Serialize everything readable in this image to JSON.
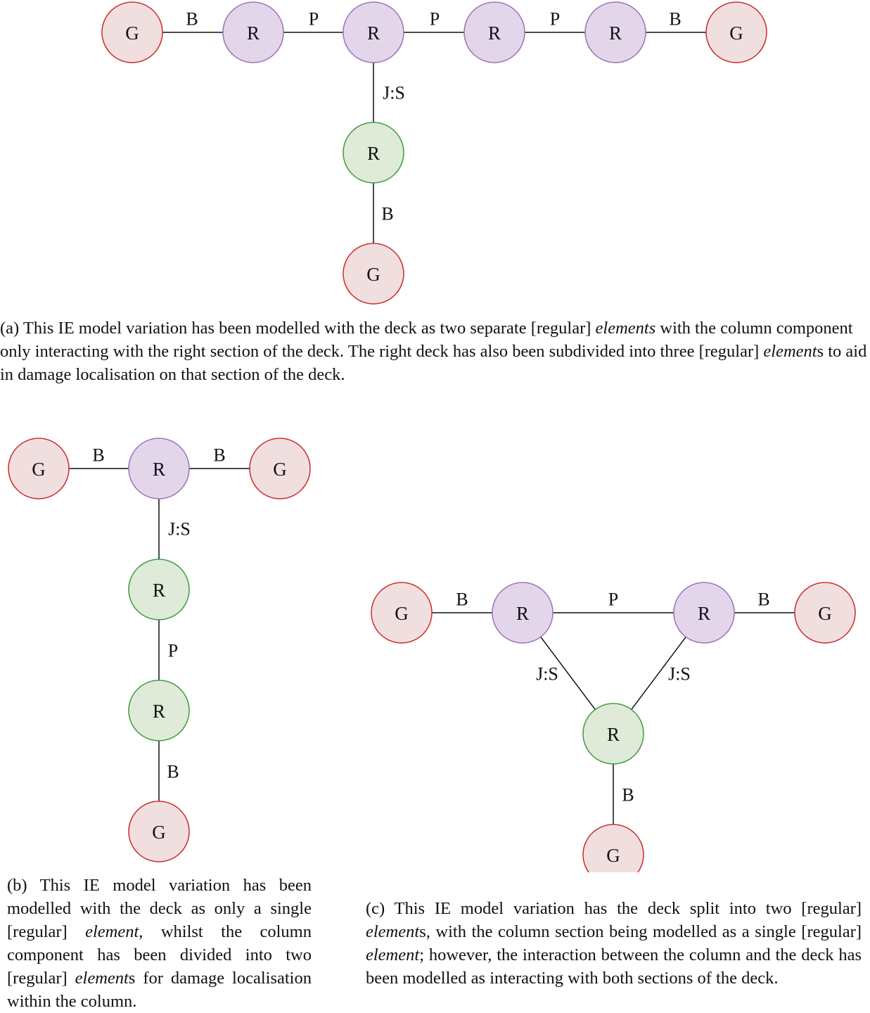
{
  "colors": {
    "ground_fill": "#f1dfe0",
    "ground_stroke": "#cc2a2a",
    "deck_fill": "#e3d6ea",
    "deck_stroke": "#9b72b6",
    "column_fill": "#dfead8",
    "column_stroke": "#3f9b3f",
    "edge": "#111111"
  },
  "panels": [
    {
      "id": "a",
      "nodes": [
        {
          "id": "a_g1",
          "label": "G",
          "type": "ground"
        },
        {
          "id": "a_r1",
          "label": "R",
          "type": "deck"
        },
        {
          "id": "a_r2",
          "label": "R",
          "type": "deck"
        },
        {
          "id": "a_r3",
          "label": "R",
          "type": "deck"
        },
        {
          "id": "a_r4",
          "label": "R",
          "type": "deck"
        },
        {
          "id": "a_g2",
          "label": "G",
          "type": "ground"
        },
        {
          "id": "a_c1",
          "label": "R",
          "type": "column"
        },
        {
          "id": "a_g3",
          "label": "G",
          "type": "ground"
        }
      ],
      "edges": [
        {
          "from": "a_g1",
          "to": "a_r1",
          "label": "B"
        },
        {
          "from": "a_r1",
          "to": "a_r2",
          "label": "P"
        },
        {
          "from": "a_r2",
          "to": "a_r3",
          "label": "P"
        },
        {
          "from": "a_r3",
          "to": "a_r4",
          "label": "P"
        },
        {
          "from": "a_r4",
          "to": "a_g2",
          "label": "B"
        },
        {
          "from": "a_r2",
          "to": "a_c1",
          "label": "J:S"
        },
        {
          "from": "a_c1",
          "to": "a_g3",
          "label": "B"
        }
      ],
      "caption": [
        {
          "t": "(a) This IE model variation has been modelled with the deck as two separate [regular] "
        },
        {
          "t": "elements",
          "em": true
        },
        {
          "t": " with the column component only interacting with the right section of the deck. The right deck has also been subdivided into three [regular] "
        },
        {
          "t": "element",
          "em": true
        },
        {
          "t": "s to aid in damage localisation on that section of the deck."
        }
      ]
    },
    {
      "id": "b",
      "nodes": [
        {
          "id": "b_g1",
          "label": "G",
          "type": "ground"
        },
        {
          "id": "b_r1",
          "label": "R",
          "type": "deck"
        },
        {
          "id": "b_g2",
          "label": "G",
          "type": "ground"
        },
        {
          "id": "b_c1",
          "label": "R",
          "type": "column"
        },
        {
          "id": "b_c2",
          "label": "R",
          "type": "column"
        },
        {
          "id": "b_g3",
          "label": "G",
          "type": "ground"
        }
      ],
      "edges": [
        {
          "from": "b_g1",
          "to": "b_r1",
          "label": "B"
        },
        {
          "from": "b_r1",
          "to": "b_g2",
          "label": "B"
        },
        {
          "from": "b_r1",
          "to": "b_c1",
          "label": "J:S"
        },
        {
          "from": "b_c1",
          "to": "b_c2",
          "label": "P"
        },
        {
          "from": "b_c2",
          "to": "b_g3",
          "label": "B"
        }
      ],
      "caption": [
        {
          "t": "(b) This IE model variation has been modelled with the deck as only a single [regular] "
        },
        {
          "t": "element",
          "em": true
        },
        {
          "t": ", whilst the column component has been divided into two [regular] "
        },
        {
          "t": "element",
          "em": true
        },
        {
          "t": "s for damage localisation within the column."
        }
      ]
    },
    {
      "id": "c",
      "nodes": [
        {
          "id": "c_g1",
          "label": "G",
          "type": "ground"
        },
        {
          "id": "c_r1",
          "label": "R",
          "type": "deck"
        },
        {
          "id": "c_r2",
          "label": "R",
          "type": "deck"
        },
        {
          "id": "c_g2",
          "label": "G",
          "type": "ground"
        },
        {
          "id": "c_c1",
          "label": "R",
          "type": "column"
        },
        {
          "id": "c_g3",
          "label": "G",
          "type": "ground"
        }
      ],
      "edges": [
        {
          "from": "c_g1",
          "to": "c_r1",
          "label": "B"
        },
        {
          "from": "c_r1",
          "to": "c_r2",
          "label": "P"
        },
        {
          "from": "c_r2",
          "to": "c_g2",
          "label": "B"
        },
        {
          "from": "c_r1",
          "to": "c_c1",
          "label": "J:S"
        },
        {
          "from": "c_r2",
          "to": "c_c1",
          "label": "J:S"
        },
        {
          "from": "c_c1",
          "to": "c_g3",
          "label": "B"
        }
      ],
      "caption": [
        {
          "t": "(c) This IE model variation has the deck split into two [regular] "
        },
        {
          "t": "element",
          "em": true
        },
        {
          "t": "s, with the column section being modelled as a single [regular] "
        },
        {
          "t": "element",
          "em": true
        },
        {
          "t": "; however, the interaction between the column and the deck has been modelled as interacting with both sections of the deck."
        }
      ]
    }
  ]
}
